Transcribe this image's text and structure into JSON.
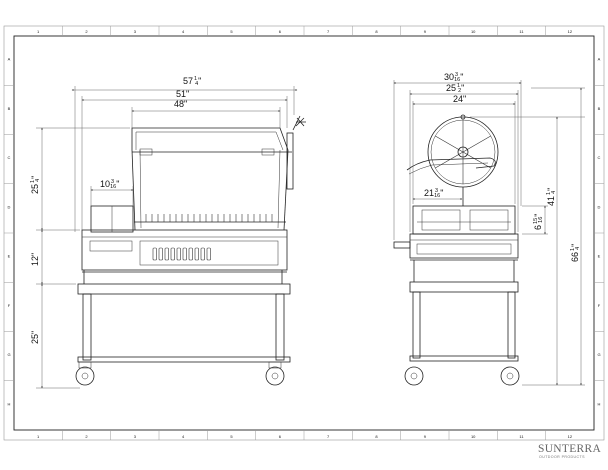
{
  "front_view": {
    "overall_width": {
      "whole": "57",
      "num": "1",
      "den": "4"
    },
    "body_width": "51\"",
    "grill_width": "48\"",
    "rotisserie_height": {
      "whole": "25",
      "num": "1",
      "den": "4"
    },
    "side_burner_width": {
      "whole": "10",
      "num": "3",
      "den": "16"
    },
    "cart_height": "12\"",
    "leg_height": "25\""
  },
  "side_view": {
    "overall_depth": {
      "whole": "30",
      "num": "3",
      "den": "16"
    },
    "body_depth": {
      "whole": "25",
      "num": "1",
      "den": "2"
    },
    "grill_depth": "24\"",
    "firebox_depth": {
      "whole": "21",
      "num": "3",
      "den": "16"
    },
    "firebox_height": {
      "whole": "6",
      "num": "15",
      "den": "16"
    },
    "wheel_height": {
      "whole": "41",
      "num": "1",
      "den": "4"
    },
    "overall_height": {
      "whole": "66",
      "num": "1",
      "den": "4"
    }
  },
  "title_block": {
    "brand": "SUNTERRA",
    "tagline": "OUTDOOR PRODUCTS"
  },
  "border": {
    "top_marks": [
      "1",
      "2",
      "3",
      "4",
      "5",
      "6",
      "7",
      "8",
      "9",
      "10",
      "11",
      "12"
    ],
    "side_marks": [
      "A",
      "B",
      "C",
      "D",
      "E",
      "F",
      "G",
      "H"
    ]
  }
}
